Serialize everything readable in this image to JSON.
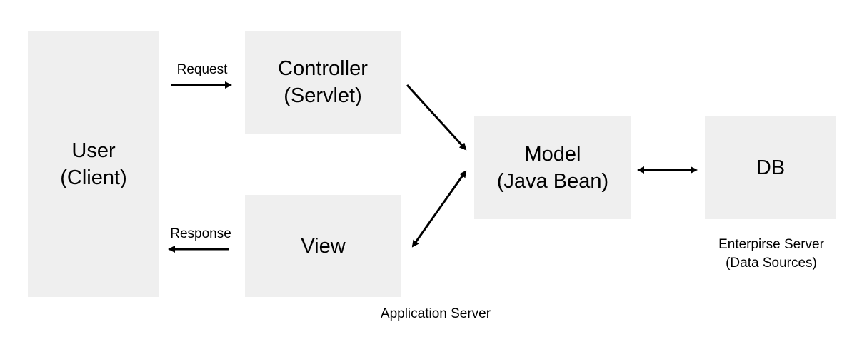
{
  "nodes": {
    "user": {
      "line1": "User",
      "line2": "(Client)"
    },
    "controller": {
      "line1": "Controller",
      "line2": "(Servlet)"
    },
    "view": {
      "line1": "View"
    },
    "model": {
      "line1": "Model",
      "line2": "(Java Bean)"
    },
    "db": {
      "line1": "DB"
    }
  },
  "edges": {
    "request": "Request",
    "response": "Response"
  },
  "groups": {
    "application_server": "Application Server",
    "enterprise_server_line1": "Enterpirse Server",
    "enterprise_server_line2": "(Data Sources)"
  },
  "colors": {
    "box_fill": "#efefef",
    "arrow": "#000000",
    "text": "#000000"
  }
}
